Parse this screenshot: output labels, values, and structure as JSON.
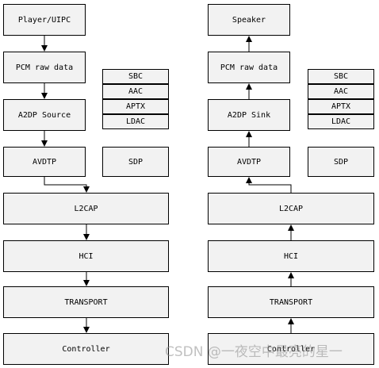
{
  "left_stack": {
    "player": "Player/UIPC",
    "pcm": "PCM raw data",
    "a2dp": "A2DP Source",
    "avdtp": "AVDTP",
    "sdp": "SDP",
    "l2cap": "L2CAP",
    "hci": "HCI",
    "transport": "TRANSPORT",
    "controller": "Controller",
    "codecs": [
      "SBC",
      "AAC",
      "APTX",
      "LDAC"
    ]
  },
  "right_stack": {
    "speaker": "Speaker",
    "pcm": "PCM raw data",
    "a2dp": "A2DP Sink",
    "avdtp": "AVDTP",
    "sdp": "SDP",
    "l2cap": "L2CAP",
    "hci": "HCI",
    "transport": "TRANSPORT",
    "controller": "Controller",
    "codecs": [
      "SBC",
      "AAC",
      "APTX",
      "LDAC"
    ]
  },
  "watermark": "CSDN @一夜空中最亮的星一",
  "colors": {
    "box_fill": "#f2f2f2",
    "line": "#000000"
  }
}
